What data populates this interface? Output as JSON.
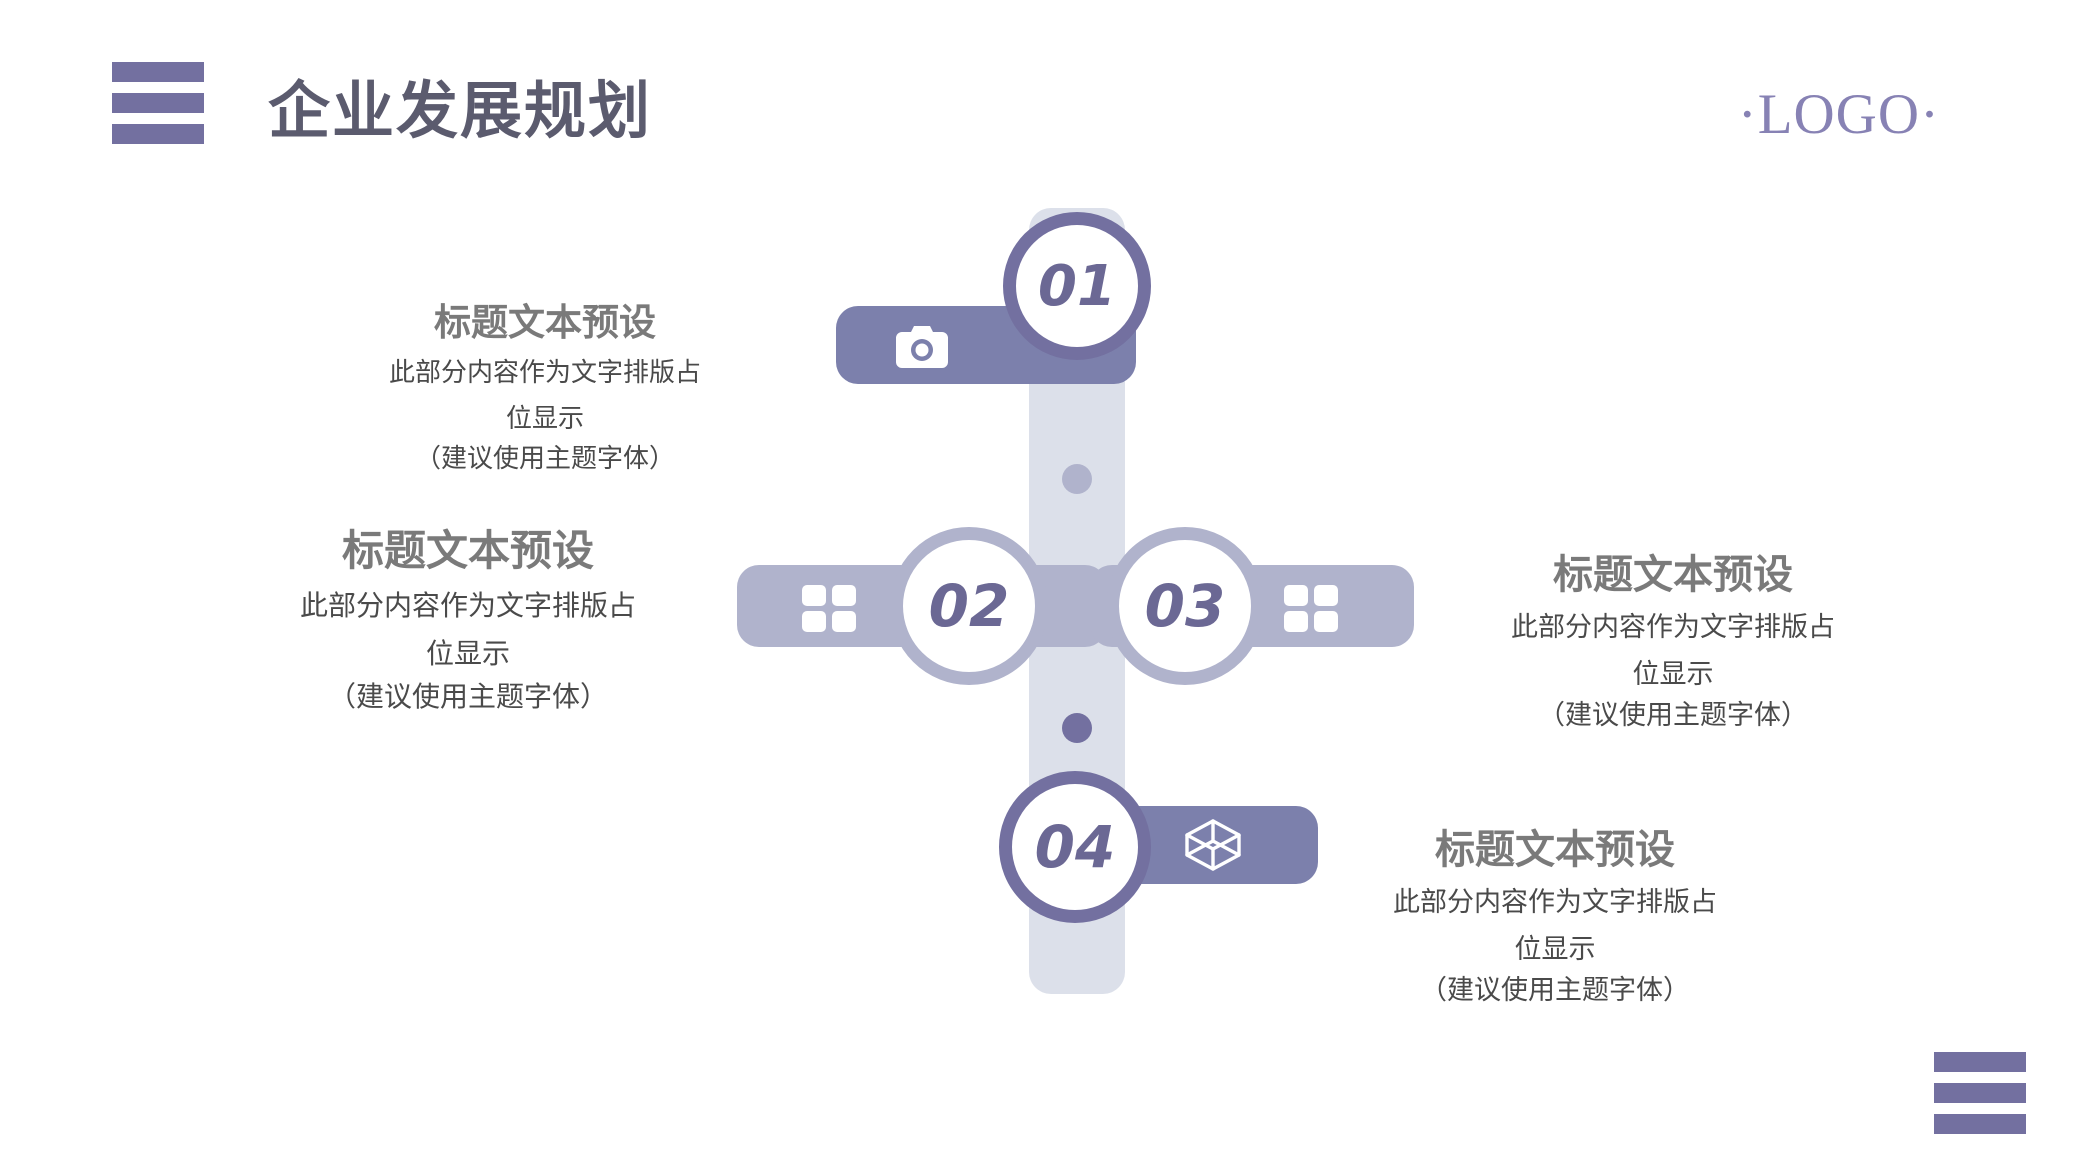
{
  "header": {
    "title": "企业发展规划",
    "logo": "·LOGO·",
    "menu_icon": "hamburger-icon"
  },
  "footer": {
    "menu_icon": "hamburger-icon"
  },
  "colors": {
    "accent_dark": "#7370a0",
    "bar_dark": "#7c80ac",
    "bar_light": "#b0b3cc",
    "spine": "#dce0ea",
    "title": "#5b5b6e",
    "logo": "#8782b4",
    "heading": "#7a7a7a",
    "body": "#4a4a4a"
  },
  "spine": {
    "dot_upper_color": "#b0b3cc",
    "dot_lower_color": "#7370a0"
  },
  "items": [
    {
      "number": "01",
      "icon": "camera-icon",
      "bar_style": "dark",
      "badge_style": "dark",
      "title": "标题文本预设",
      "body_line1": "此部分内容作为文字排版占",
      "body_line2": "位显示",
      "note": "（建议使用主题字体）"
    },
    {
      "number": "02",
      "icon": "grid-icon",
      "bar_style": "light",
      "badge_style": "light",
      "title": "标题文本预设",
      "body_line1": "此部分内容作为文字排版占",
      "body_line2": "位显示",
      "note": "（建议使用主题字体）"
    },
    {
      "number": "03",
      "icon": "grid-icon",
      "bar_style": "light",
      "badge_style": "light",
      "title": "标题文本预设",
      "body_line1": "此部分内容作为文字排版占",
      "body_line2": "位显示",
      "note": "（建议使用主题字体）"
    },
    {
      "number": "04",
      "icon": "cube-icon",
      "bar_style": "dark",
      "badge_style": "dark",
      "title": "标题文本预设",
      "body_line1": "此部分内容作为文字排版占",
      "body_line2": "位显示",
      "note": "（建议使用主题字体）"
    }
  ]
}
